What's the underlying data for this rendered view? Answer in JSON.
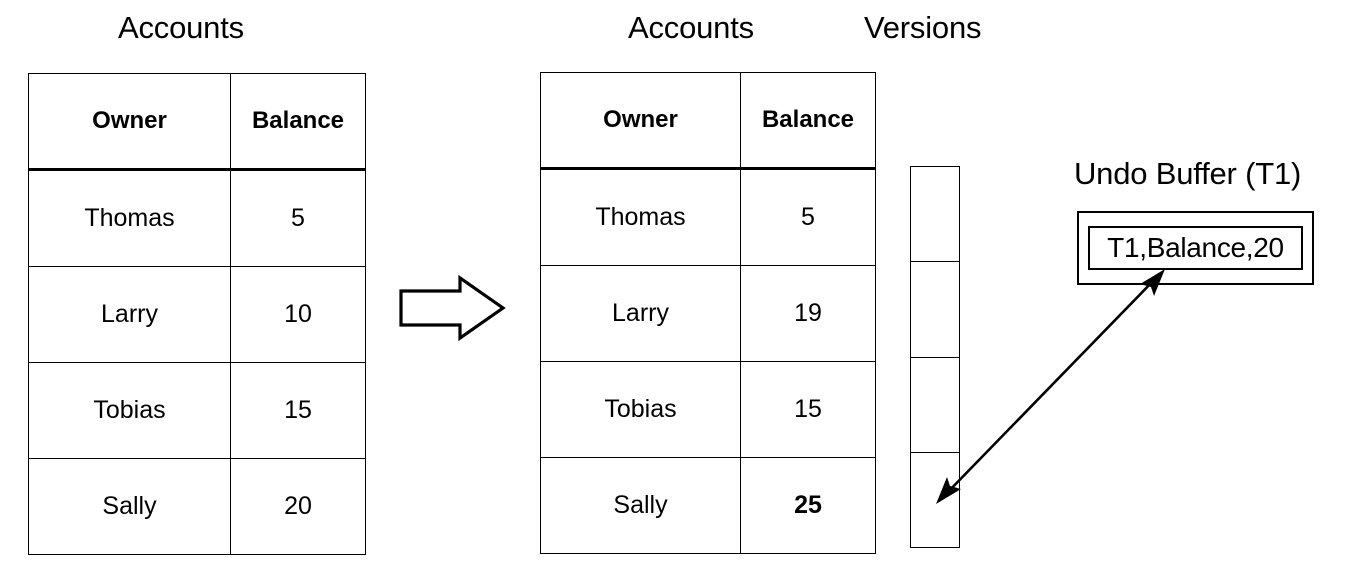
{
  "titles": {
    "left_table": "Accounts",
    "right_table": "Accounts",
    "versions": "Versions",
    "undo_buffer": "Undo Buffer (T1)"
  },
  "left_table": {
    "name": "Accounts",
    "columns": [
      "Owner",
      "Balance"
    ],
    "rows": [
      {
        "owner": "Thomas",
        "balance": "5",
        "balance_bold": false
      },
      {
        "owner": "Larry",
        "balance": "10",
        "balance_bold": false
      },
      {
        "owner": "Tobias",
        "balance": "15",
        "balance_bold": false
      },
      {
        "owner": "Sally",
        "balance": "20",
        "balance_bold": false
      }
    ]
  },
  "right_table": {
    "name": "Accounts",
    "columns": [
      "Owner",
      "Balance"
    ],
    "rows": [
      {
        "owner": "Thomas",
        "balance": "5",
        "balance_bold": false
      },
      {
        "owner": "Larry",
        "balance": "19",
        "balance_bold": false
      },
      {
        "owner": "Tobias",
        "balance": "15",
        "balance_bold": false
      },
      {
        "owner": "Sally",
        "balance": "25",
        "balance_bold": true
      }
    ]
  },
  "versions": {
    "label": "Versions",
    "cell_count": 4,
    "cells": [
      "",
      "",
      "",
      ""
    ],
    "highlighted_cell_index": 3
  },
  "undo_buffer": {
    "label": "Undo Buffer (T1)",
    "entries": [
      "T1,Balance,20"
    ]
  },
  "connectors": {
    "transform_arrow": "block-arrow-right",
    "undo_link": "double-headed-arrow"
  },
  "colors": {
    "stroke": "#000000",
    "background": "#ffffff",
    "text": "#000000"
  }
}
